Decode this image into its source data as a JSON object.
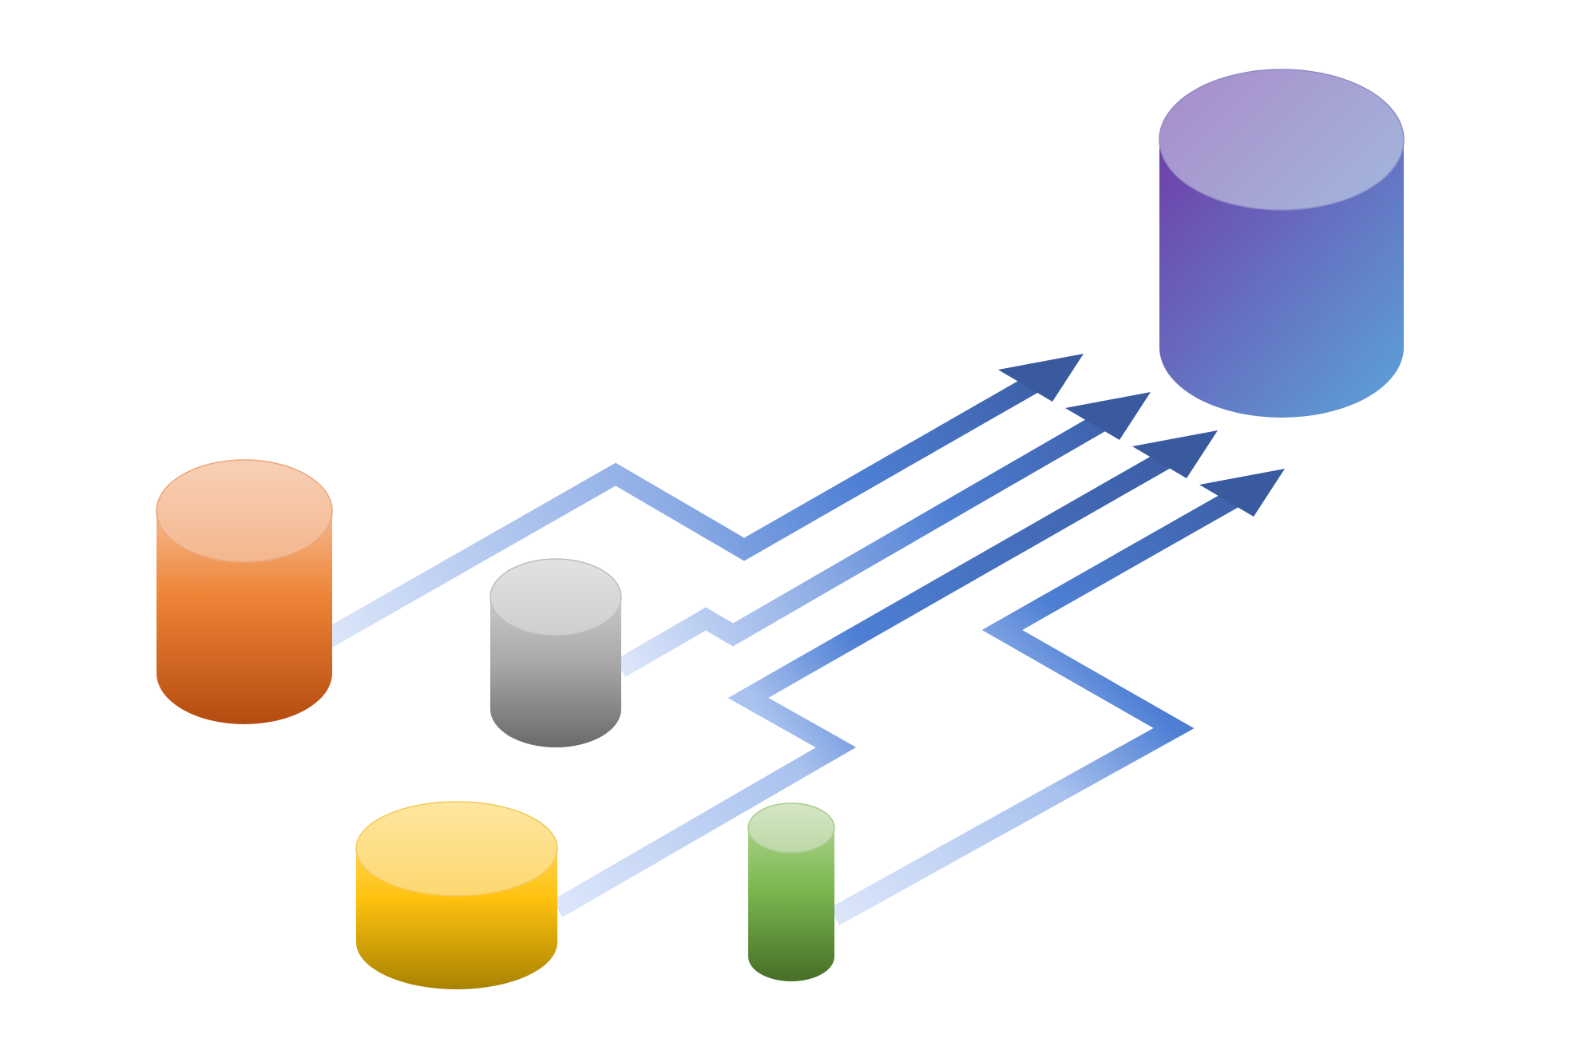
{
  "diagram": {
    "kind": "data-consolidation",
    "flow_direction": "sources-to-target",
    "background": "#ffffff",
    "target": {
      "name": "target-database",
      "color_from": "#6F3FA8",
      "color_to": "#5BA4DA",
      "top_color": "#A99BCB"
    },
    "sources": [
      {
        "name": "orange-source",
        "color_top": "#F7CFB5",
        "color_mid": "#EE8436",
        "color_bottom": "#B74E12"
      },
      {
        "name": "gray-source",
        "color_top": "#DEDEDE",
        "color_mid": "#A7A7A7",
        "color_bottom": "#6B6B6B"
      },
      {
        "name": "yellow-source",
        "color_top": "#FEE59A",
        "color_mid": "#FFC20F",
        "color_bottom": "#A68100"
      },
      {
        "name": "green-source",
        "color_top": "#CFE3BE",
        "color_mid": "#7AB84F",
        "color_bottom": "#4A7229"
      }
    ],
    "connector": {
      "color_start": "#D9E4FA",
      "color_mid": "#4E7FD4",
      "color_end": "#3A5BA0"
    },
    "arrow_icon": "arrow-up-right-icon"
  }
}
